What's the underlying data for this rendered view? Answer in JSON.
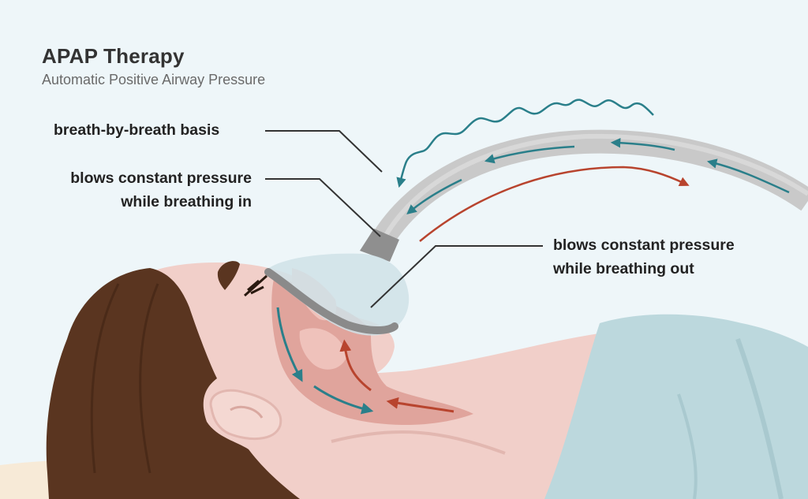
{
  "title": "APAP Therapy",
  "subtitle": "Automatic Positive Airway Pressure",
  "labels": {
    "breath_basis": "breath-by-breath basis",
    "inhale": [
      "blows constant pressure",
      "while breathing in"
    ],
    "exhale": [
      "blows constant pressure",
      "while breathing out"
    ]
  },
  "colors": {
    "background": "#eef6f9",
    "inhale_arrow": "#2a7f8a",
    "exhale_arrow": "#b8442e",
    "hose": "#c9c9c9",
    "hair": "#5a3520",
    "skin": "#f1cfc9",
    "blanket": "#bcd8dd",
    "pillow": "#f7ead7",
    "mask": "#cfe2e8"
  },
  "icons": [
    "wavy-air-arrow-icon",
    "inhale-flow-arrow-icon",
    "exhale-flow-arrow-icon"
  ]
}
